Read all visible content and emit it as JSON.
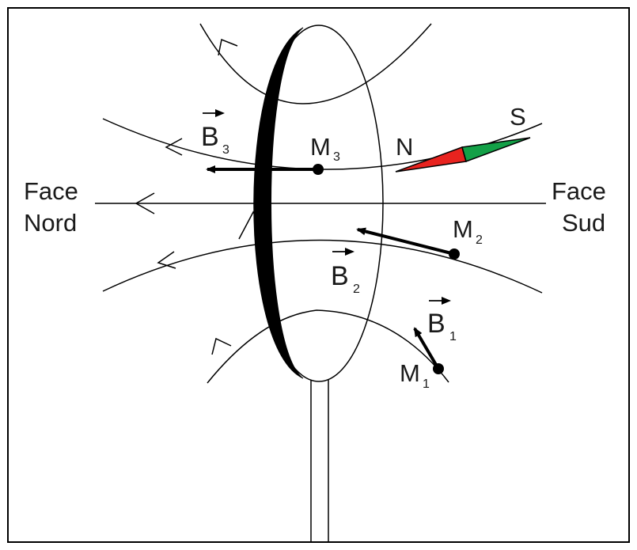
{
  "labels": {
    "face_nord_1": "Face",
    "face_nord_2": "Nord",
    "face_sud_1": "Face",
    "face_sud_2": "Sud"
  },
  "compass": {
    "north": "N",
    "south": "S",
    "north_color": "#e8231f",
    "south_color": "#13a047"
  },
  "points": {
    "m1": {
      "letter": "M",
      "index": "1"
    },
    "m2": {
      "letter": "M",
      "index": "2"
    },
    "m3": {
      "letter": "M",
      "index": "3"
    }
  },
  "vectors": {
    "b1": {
      "letter": "B",
      "index": "1"
    },
    "b2": {
      "letter": "B",
      "index": "2"
    },
    "b3": {
      "letter": "B",
      "index": "3"
    }
  },
  "colors": {
    "stroke": "#000000",
    "background": "#ffffff"
  }
}
